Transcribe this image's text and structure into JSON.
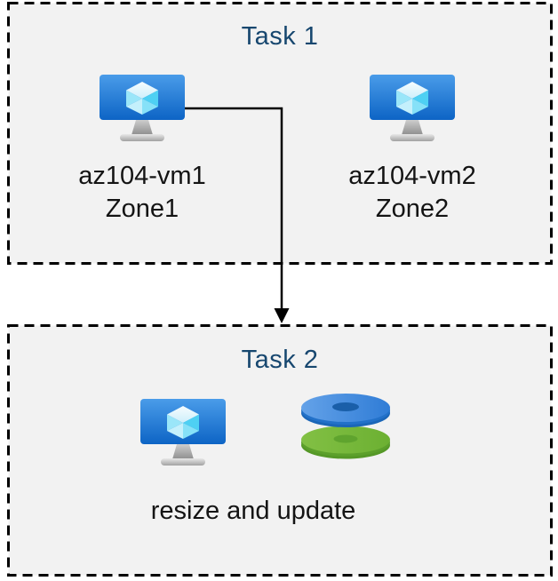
{
  "diagram": {
    "kind": "azure-task-flow-diagram",
    "colors": {
      "box_background": "#f2f2f2",
      "box_border": "#000000",
      "title_text": "#17476f",
      "label_text": "#141414",
      "vm_screen_top": "#4a9ce9",
      "vm_screen_bottom": "#0d64c5",
      "cube_cyan": "#50d5f5",
      "disk_blue_face": "#3f8ade",
      "disk_blue_hole": "#1a5fa9",
      "disk_green_face": "#77b83b",
      "disk_green_hole": "#5fa42e",
      "arrow": "#000000"
    },
    "task1": {
      "title": "Task 1",
      "vms": [
        {
          "icon": "virtual-machine-icon",
          "name": "az104-vm1",
          "zone": "Zone1"
        },
        {
          "icon": "virtual-machine-icon",
          "name": "az104-vm2",
          "zone": "Zone2"
        }
      ]
    },
    "connector": {
      "type": "elbow-arrow",
      "from": "az104-vm1",
      "to": "Task 2"
    },
    "task2": {
      "title": "Task 2",
      "icons": [
        "virtual-machine-icon",
        "disks-icon"
      ],
      "caption": "resize and update"
    }
  }
}
